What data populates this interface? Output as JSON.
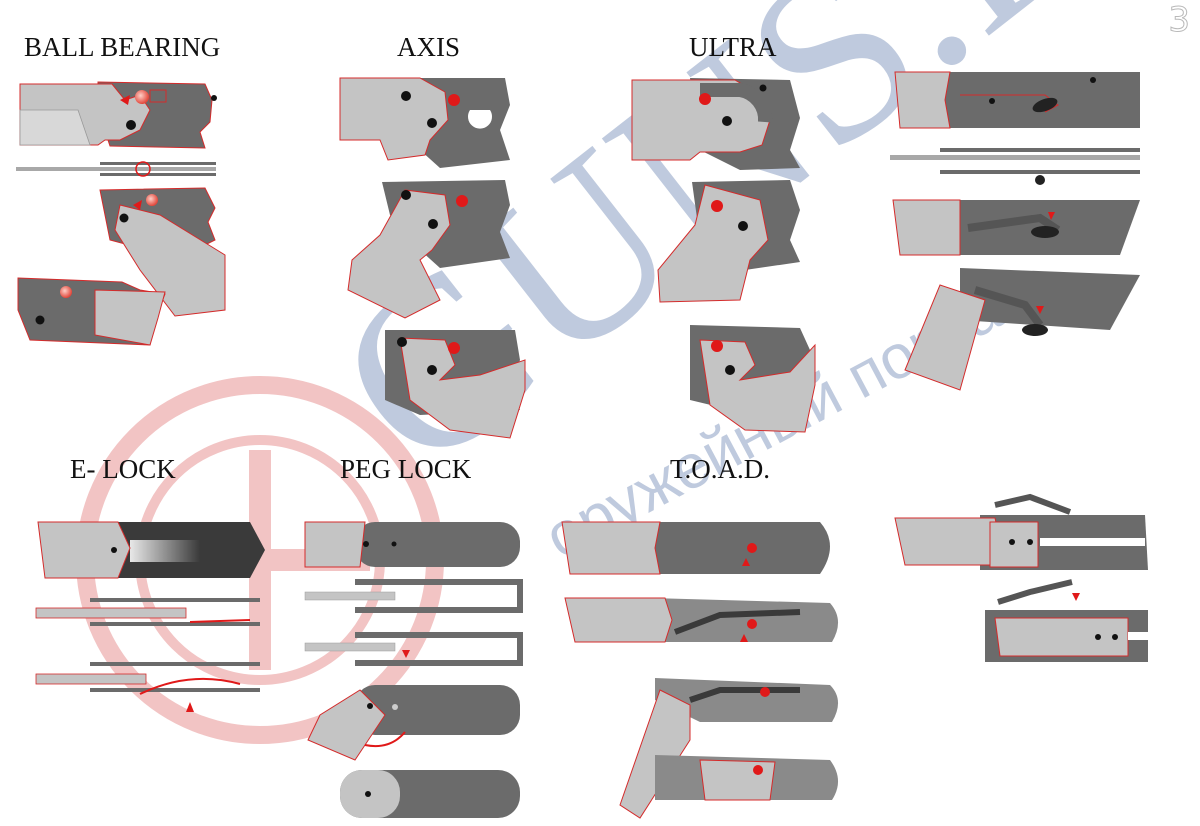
{
  "page_number": "3",
  "watermark": {
    "main_text": "GUNS.RU",
    "sub_text": "оружейный портал",
    "color": "#2a4f8f",
    "emblem_color": "#d23a3a"
  },
  "panels": [
    {
      "key": "ball_bearing",
      "title": "BALL BEARING"
    },
    {
      "key": "axis",
      "title": "AXIS"
    },
    {
      "key": "ultra",
      "title": "ULTRA"
    },
    {
      "key": "unlabeled",
      "title": ""
    },
    {
      "key": "e_lock",
      "title": "E- LOCK"
    },
    {
      "key": "peg_lock",
      "title": "PEG LOCK"
    },
    {
      "key": "toad",
      "title": "T.O.A.D."
    },
    {
      "key": "lever_lock",
      "title": ""
    }
  ],
  "colors": {
    "handle_dark": "#6b6b6b",
    "handle_mid": "#8a8a8a",
    "blade_light": "#c4c4c4",
    "outline_red": "#d42b2b",
    "pin_black": "#111111",
    "accent_red": "#e01919"
  }
}
